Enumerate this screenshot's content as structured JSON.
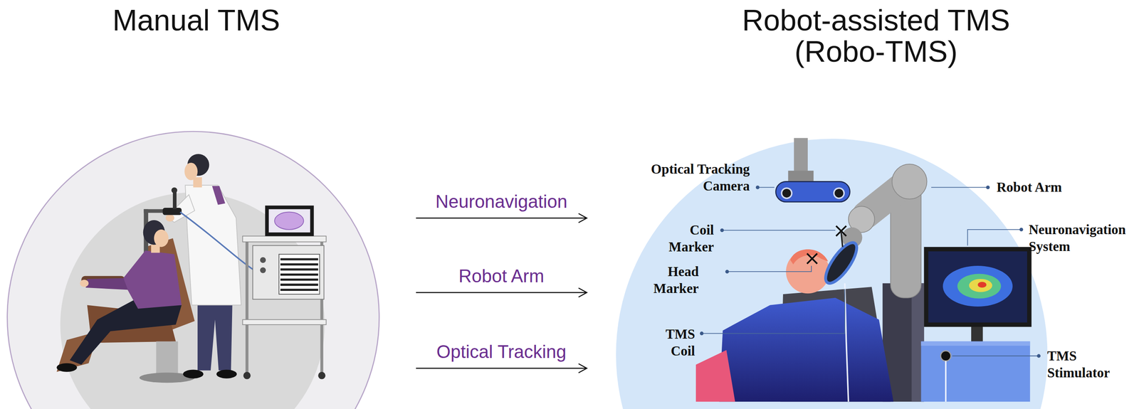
{
  "diagram": {
    "nodes": [
      {
        "text": [
          "Manual TMS"
        ]
      },
      {
        "text": [
          "Robot-assisted TMS (Robo-TMS)"
        ]
      }
    ],
    "edges": [
      {
        "from": 0,
        "to": 1,
        "label": "Neuronavigation",
        "arrow": "to"
      },
      {
        "from": 0,
        "to": 1,
        "label": "Robot Arm",
        "arrow": "to"
      },
      {
        "from": 0,
        "to": 1,
        "label": "Optical Tracking",
        "arrow": "to"
      }
    ],
    "labels": [
      "Optical Tracking Camera",
      "Robot Arm",
      "Coil Marker",
      "Neuronavigation System",
      "Head Marker",
      "TMS Coil",
      "TMS Stimulator"
    ]
  }
}
